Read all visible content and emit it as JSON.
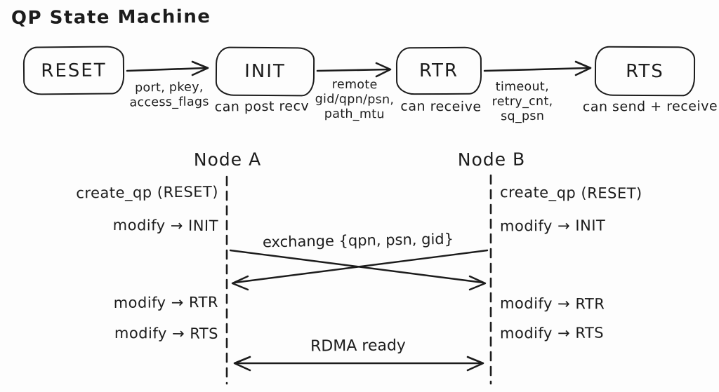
{
  "title": "QP State Machine",
  "colors": {
    "ink": "#1c1c1c",
    "background": "#fdfdfd"
  },
  "state_machine": {
    "states": [
      {
        "label": "RESET",
        "caption": ""
      },
      {
        "label": "INIT",
        "caption": "can post recv"
      },
      {
        "label": "RTR",
        "caption": "can receive"
      },
      {
        "label": "RTS",
        "caption": "can send + receive"
      }
    ],
    "transitions": [
      {
        "from": "RESET",
        "to": "INIT",
        "label": "port, pkey,\naccess_flags"
      },
      {
        "from": "INIT",
        "to": "RTR",
        "label": "remote\ngid/qpn/psn,\npath_mtu"
      },
      {
        "from": "RTR",
        "to": "RTS",
        "label": "timeout,\nretry_cnt,\nsq_psn"
      }
    ]
  },
  "sequence": {
    "node_a": "Node A",
    "node_b": "Node B",
    "left_events": [
      {
        "label": "create_qp (RESET)"
      },
      {
        "label": "modify → INIT"
      },
      {
        "label": "modify → RTR"
      },
      {
        "label": "modify → RTS"
      }
    ],
    "right_events": [
      {
        "label": "create_qp (RESET)"
      },
      {
        "label": "modify → INIT"
      },
      {
        "label": "modify → RTR"
      },
      {
        "label": "modify → RTS"
      }
    ],
    "messages": [
      {
        "label": "exchange {qpn, psn, gid}",
        "type": "crossing"
      },
      {
        "label": "RDMA ready",
        "type": "double-headed"
      }
    ]
  }
}
